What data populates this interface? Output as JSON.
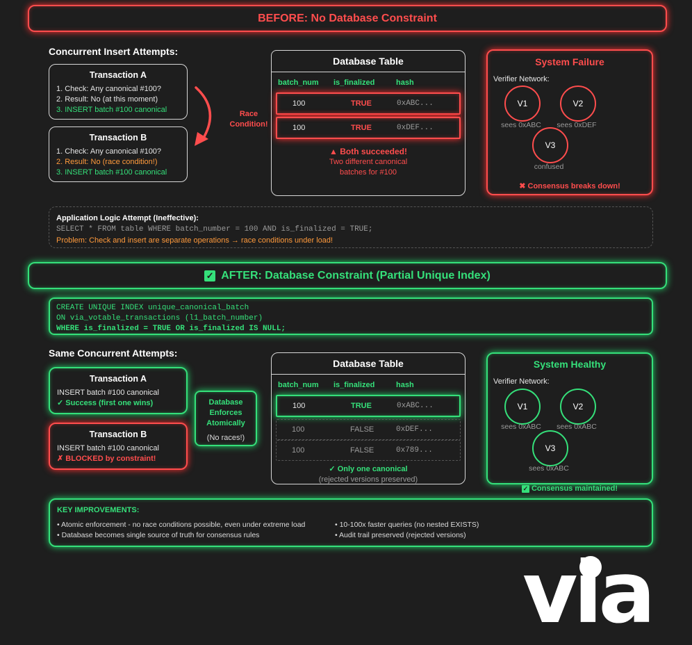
{
  "before": {
    "banner": "BEFORE: No Database Constraint",
    "concurrent_title": "Concurrent Insert Attempts:",
    "tx_a": {
      "title": "Transaction A",
      "lines": [
        "1. Check: Any canonical #100?",
        "2. Result: No (at this moment)",
        "3. INSERT batch #100 canonical"
      ]
    },
    "tx_b": {
      "title": "Transaction B",
      "lines": [
        "1. Check: Any canonical #100?",
        "2. Result: No (race condition!)",
        "3. INSERT batch #100 canonical"
      ]
    },
    "race_label_1": "Race",
    "race_label_2": "Condition!",
    "table": {
      "title": "Database Table",
      "headers": [
        "batch_num",
        "is_finalized",
        "hash"
      ],
      "rows": [
        {
          "batch": "100",
          "finalized": "TRUE",
          "hash": "0xABC..."
        },
        {
          "batch": "100",
          "finalized": "TRUE",
          "hash": "0xDEF..."
        }
      ],
      "warning": "Both succeeded!",
      "note_1": "Two different canonical",
      "note_2": "batches for #100"
    },
    "system": {
      "title": "System Failure",
      "network_label": "Verifier Network:",
      "v1": "V1",
      "v1_label": "sees 0xABC",
      "v2": "V2",
      "v2_label": "sees 0xDEF",
      "v3": "V3",
      "v3_label": "confused",
      "footer": "Consensus breaks down!"
    },
    "app_logic": {
      "title": "Application Logic Attempt (Ineffective):",
      "sql": "SELECT * FROM table WHERE batch_number = 100 AND is_finalized = TRUE;",
      "problem": "Problem: Check and insert are separate operations → race conditions under load!"
    }
  },
  "after": {
    "banner": "AFTER: Database Constraint (Partial Unique Index)",
    "sql_line_1": "CREATE UNIQUE INDEX unique_canonical_batch",
    "sql_line_2": "ON via_votable_transactions (l1_batch_number)",
    "sql_line_3": "WHERE is_finalized = TRUE OR is_finalized IS NULL;",
    "concurrent_title": "Same Concurrent Attempts:",
    "tx_a": {
      "title": "Transaction A",
      "line_1": "INSERT batch #100 canonical",
      "line_2": "✓ Success (first one wins)"
    },
    "tx_b": {
      "title": "Transaction B",
      "line_1": "INSERT batch #100 canonical",
      "line_2": "✗ BLOCKED by constraint!"
    },
    "enforce": {
      "line_1": "Database",
      "line_2": "Enforces",
      "line_3": "Atomically",
      "line_4": "(No races!)"
    },
    "table": {
      "title": "Database Table",
      "headers": [
        "batch_num",
        "is_finalized",
        "hash"
      ],
      "rows": [
        {
          "batch": "100",
          "finalized": "TRUE",
          "hash": "0xABC..."
        },
        {
          "batch": "100",
          "finalized": "FALSE",
          "hash": "0xDEF..."
        },
        {
          "batch": "100",
          "finalized": "FALSE",
          "hash": "0x789..."
        }
      ],
      "note_1": "✓ Only one canonical",
      "note_2": "(rejected versions preserved)"
    },
    "system": {
      "title": "System Healthy",
      "network_label": "Verifier Network:",
      "v1": "V1",
      "v1_label": "sees 0xABC",
      "v2": "V2",
      "v2_label": "sees 0xABC",
      "v3": "V3",
      "v3_label": "sees 0xABC",
      "footer": "Consensus maintained!"
    },
    "improvements": {
      "title": "KEY IMPROVEMENTS:",
      "items": [
        "• Atomic enforcement - no race conditions possible, even under extreme load",
        "• Database becomes single source of truth for consensus rules",
        "• 10-100x faster queries (no nested EXISTS)",
        "• Audit trail preserved (rejected versions)"
      ]
    }
  },
  "logo": "via",
  "colors": {
    "red": "#ff4d4d",
    "green": "#35e07a",
    "orange": "#ff9a3c",
    "background": "#1e1e1e"
  }
}
